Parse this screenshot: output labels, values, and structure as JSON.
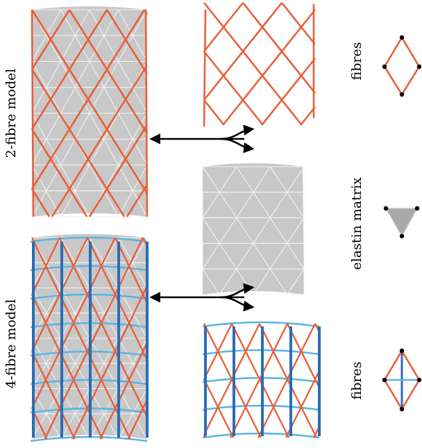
{
  "labels": {
    "two_fibre_model": "2-fibre model",
    "four_fibre_model": "4-fibre model",
    "fibres_top": "fibres",
    "elastin_matrix": "elastin matrix",
    "fibres_bottom": "fibres"
  },
  "colors": {
    "fibre_orange": "#e8603a",
    "fibre_light_blue": "#5bb4e5",
    "fibre_dark_blue": "#2b6cb5",
    "matrix_grey": "#c8c8c8",
    "mesh_white": "#f2f2f2",
    "arrow": "#000000"
  },
  "icons": [
    "diamond-unit-icon",
    "triangle-unit-icon",
    "diamond-crossed-unit-icon"
  ]
}
